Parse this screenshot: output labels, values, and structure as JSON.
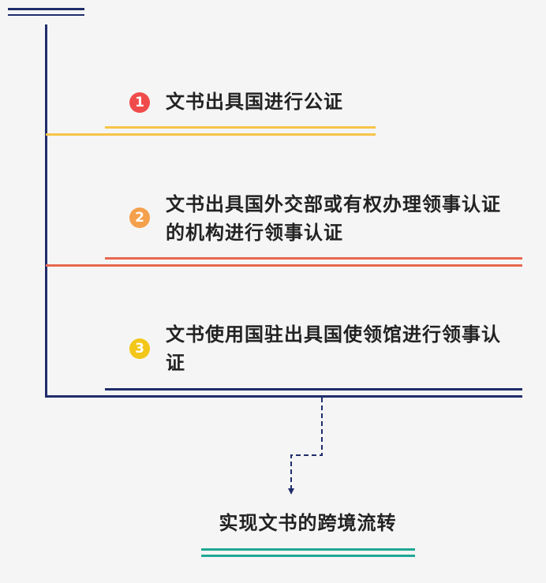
{
  "colors": {
    "background": "#f5f5f5",
    "navy": "#1f2d6b",
    "step1": "#f04b4b",
    "step1_line": "#f7c447",
    "step2": "#f5a04c",
    "step2_line": "#e8684f",
    "step3": "#f2c71a",
    "step3_line": "#1f2d6b",
    "result_line": "#1fa895",
    "text": "#222222"
  },
  "steps": [
    {
      "number": "1",
      "text": "文书出具国进行公证"
    },
    {
      "number": "2",
      "text": "文书出具国外交部或有权办理领事认证的机构进行领事认证"
    },
    {
      "number": "3",
      "text": "文书使用国驻出具国使领馆进行领事认证"
    }
  ],
  "result": {
    "text": "实现文书的跨境流转"
  }
}
